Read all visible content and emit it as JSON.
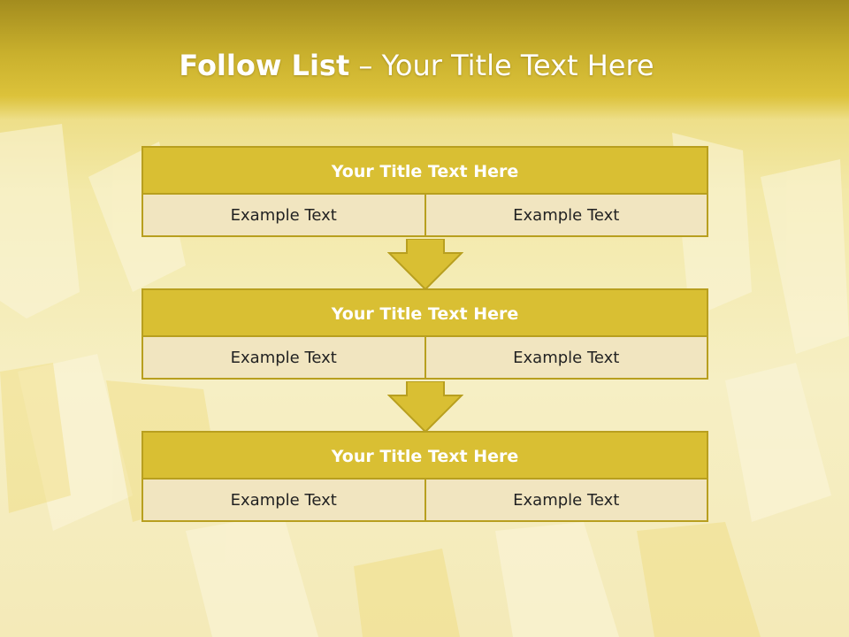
{
  "slide": {
    "title_bold": "Follow List",
    "title_rest": "– Your Title Text Here"
  },
  "blocks": [
    {
      "title": "Your Title Text Here",
      "cells": [
        "Example Text",
        "Example Text"
      ]
    },
    {
      "title": "Your Title Text Here",
      "cells": [
        "Example Text",
        "Example Text"
      ]
    },
    {
      "title": "Your Title Text Here",
      "cells": [
        "Example Text",
        "Example Text"
      ]
    }
  ],
  "colors": {
    "title_band": "#c9b02d",
    "block_header": "#d9bf33",
    "block_border": "#b89f1f",
    "cell_fill": "#f1e5c0",
    "arrow_fill": "#d9bf33"
  }
}
